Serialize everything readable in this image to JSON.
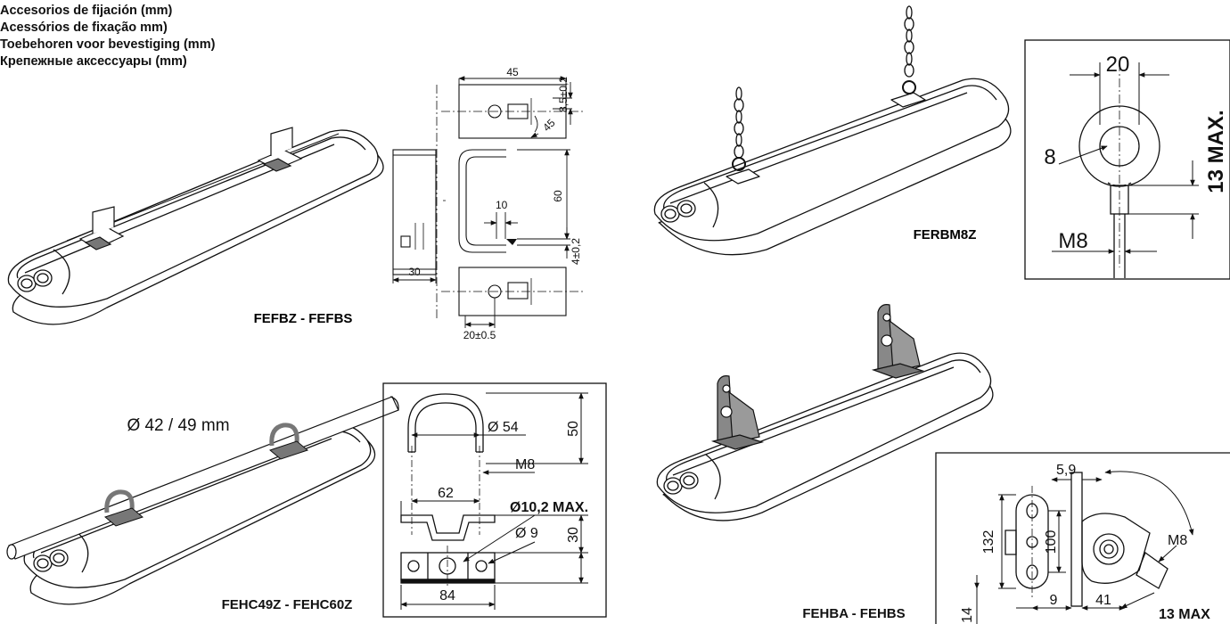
{
  "header": {
    "lines": [
      "Accesorios de fijación (mm)",
      "Acessórios de fixação mm)",
      "Toebehoren voor bevestiging (mm)",
      "Крепежные аксессуары (mm)"
    ]
  },
  "products": {
    "fefbz": "FEFBZ - FEFBS",
    "ferbm8z": "FERBM8Z",
    "fehc": "FEHC49Z - FEHC60Z",
    "fehba": "FEHBA - FEHBS"
  },
  "bracket": {
    "w45": "45",
    "d85": "8,5±0,2",
    "a45": "45",
    "h60": "60",
    "d10": "10",
    "d4": "4±0,2",
    "w30": "30",
    "w20": "20±0.5"
  },
  "eyebolt": {
    "w20": "20",
    "d8": "8",
    "max13": "13 MAX.",
    "m8": "M8"
  },
  "ubolt": {
    "pipe": "Ø  42 / 49 mm",
    "d54": "Ø 54",
    "h50": "50",
    "m8": "M8",
    "w62": "62",
    "d102": "Ø10,2 MAX.",
    "d9": "Ø 9",
    "h30": "30",
    "w84": "84"
  },
  "hinge": {
    "d59": "5,9",
    "h132": "132",
    "h100": "100",
    "m8": "M8",
    "h14": "14",
    "w9": "9",
    "w41": "41",
    "max13": "13 MAX"
  }
}
